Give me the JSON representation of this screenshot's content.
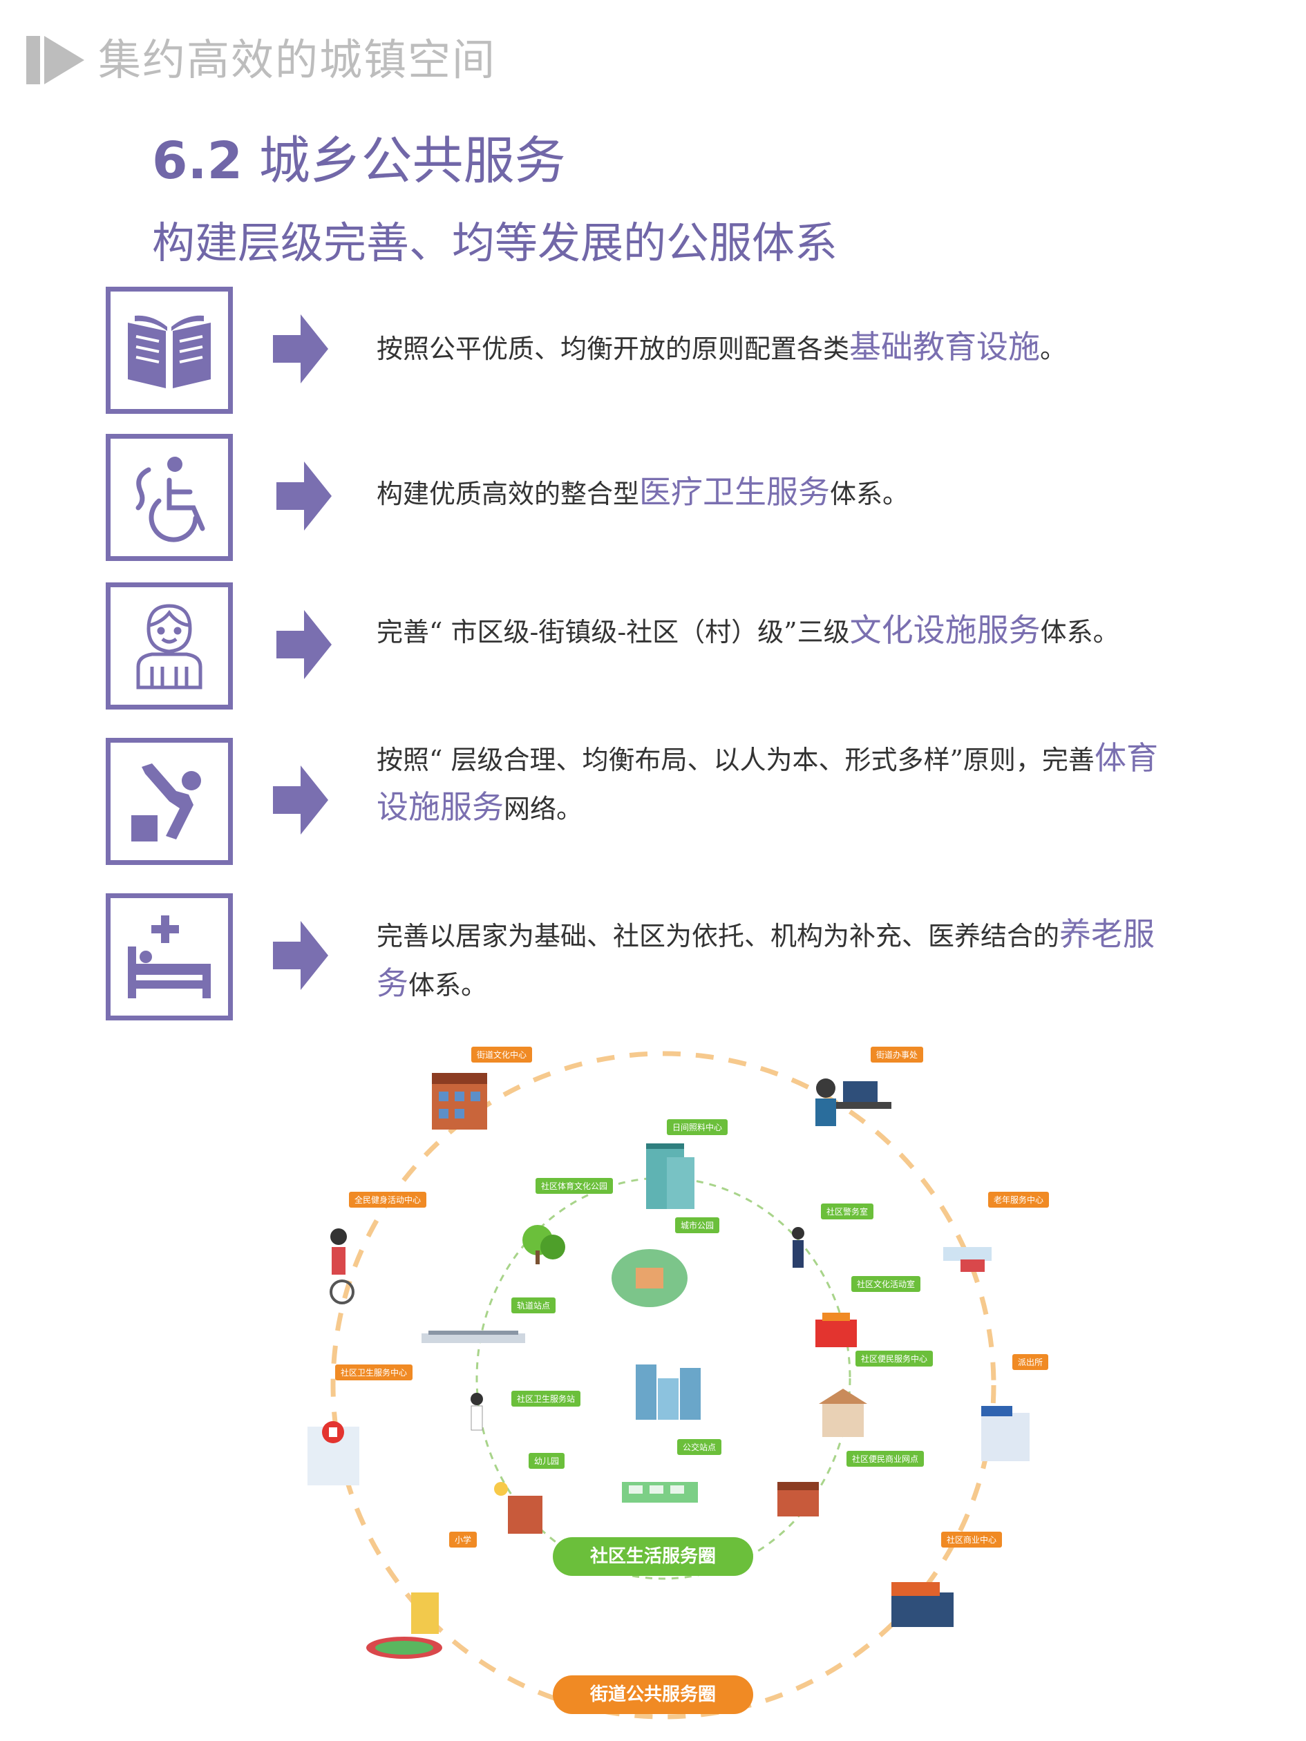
{
  "header": {
    "title": "集约高效的城镇空间"
  },
  "section": {
    "number": "6.2",
    "title": "城乡公共服务"
  },
  "subtitle": "构建层级完善、均等发展的公服体系",
  "colors": {
    "accent": "#7a6fb0",
    "orange": "#f08a24",
    "green": "#6bbf3b"
  },
  "items": [
    {
      "icon": "book-icon",
      "pre": "按照公平优质、均衡开放的原则配置各类",
      "hl": "基础教育设施",
      "post": "。"
    },
    {
      "icon": "wheelchair-icon",
      "pre": "构建优质高效的整合型",
      "hl": "医疗卫生服务",
      "post": "体系。"
    },
    {
      "icon": "person-icon",
      "pre": "完善“ 市区级-街镇级-社区（村）级”三级",
      "hl": "文化设施服务",
      "post": "体系。"
    },
    {
      "icon": "sports-icon",
      "pre": "按照“ 层级合理、均衡布局、以人为本、形式多样”原则，完善",
      "hl": "体育设施服务",
      "post": "网络。"
    },
    {
      "icon": "bed-icon",
      "pre": "完善以居家为基础、社区为依托、机构为补充、医养结合的",
      "hl": "养老服务",
      "post": "体系。"
    }
  ],
  "diagram": {
    "inner_label": "社区生活服务圈",
    "outer_label": "街道公共服务圈",
    "outer_tags": [
      "街道文化中心",
      "街道办事处",
      "全民健身活动中心",
      "老年服务中心",
      "社区卫生服务中心",
      "派出所",
      "小学",
      "社区商业中心"
    ],
    "inner_tags": [
      "日间照料中心",
      "社区体育文化公园",
      "社区警务室",
      "城市公园",
      "轨道站点",
      "社区文化活动室",
      "社区便民服务中心",
      "社区卫生服务站",
      "幼儿园",
      "公交站点",
      "社区便民商业网点"
    ]
  }
}
